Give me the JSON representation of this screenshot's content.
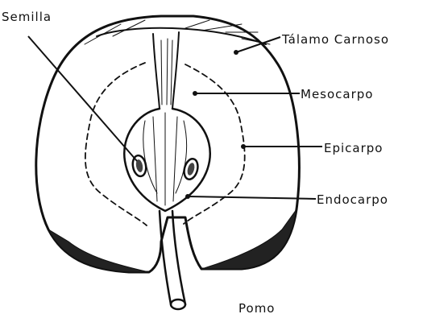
{
  "labels": {
    "semilla": "Semilla",
    "talamo": "Tálamo Carnoso",
    "mesocarpo": "Mesocarpo",
    "epicarpo": "Epicarpo",
    "endocarpo": "Endocarpo",
    "title": "Pomo"
  },
  "colors": {
    "ink": "#111111",
    "background": "#ffffff"
  }
}
